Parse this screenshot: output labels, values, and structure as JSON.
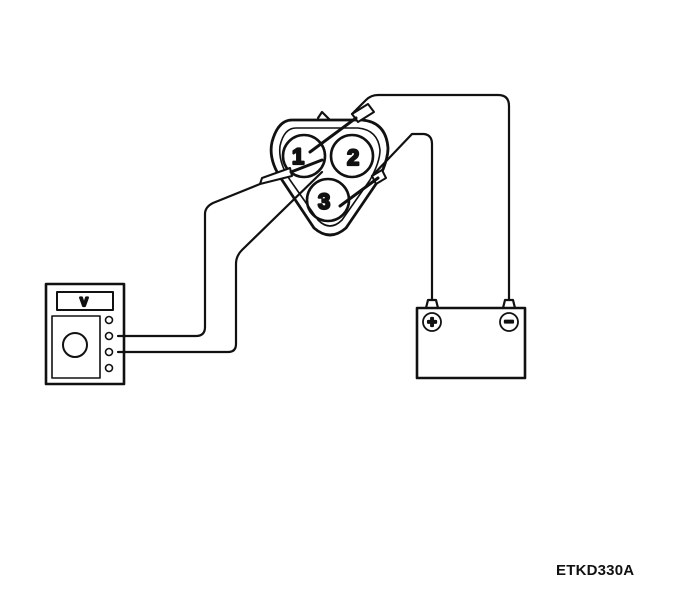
{
  "figure": {
    "code": "ETKD330A"
  },
  "voltmeter": {
    "display_label": "V"
  },
  "connector": {
    "terminals": [
      "1",
      "2",
      "3"
    ]
  },
  "battery": {
    "positive_symbol": "+",
    "negative_symbol": "−"
  },
  "colors": {
    "ink": "#111111",
    "background": "#ffffff"
  }
}
